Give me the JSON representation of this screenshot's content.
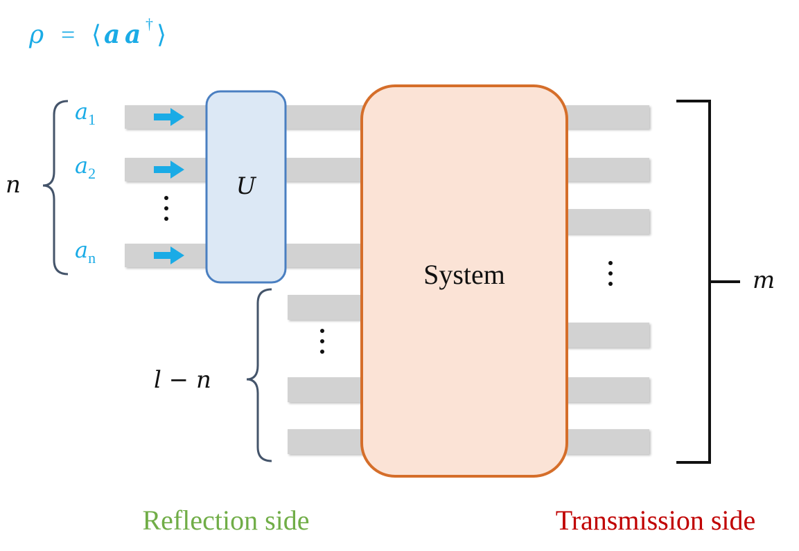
{
  "colors": {
    "input_blue": "#1aabe6",
    "u_fill": "#dce8f5",
    "u_stroke": "#4a7fc1",
    "system_fill": "#fbe3d6",
    "system_stroke": "#d56e2a",
    "waveguide": "#d2d2d2",
    "brace": "#44546a",
    "reflection_green": "#70ad47",
    "transmission_red": "#c00000"
  },
  "formula": {
    "rho": "ρ",
    "equals": "=",
    "langle": "⟨",
    "a": "a",
    "dagger": "†",
    "rangle": "⟩"
  },
  "inputs": [
    {
      "base": "a",
      "sub": "1"
    },
    {
      "base": "a",
      "sub": "2"
    },
    {
      "base": "a",
      "sub": "n"
    }
  ],
  "labels": {
    "n": "n",
    "l_minus_n": "l − n",
    "m": "m",
    "u": "U",
    "system": "System",
    "vdots": "⋮",
    "reflection_side": "Reflection side",
    "transmission_side": "Transmission side"
  },
  "icons": {
    "input_arrow": "arrow-right-icon"
  }
}
